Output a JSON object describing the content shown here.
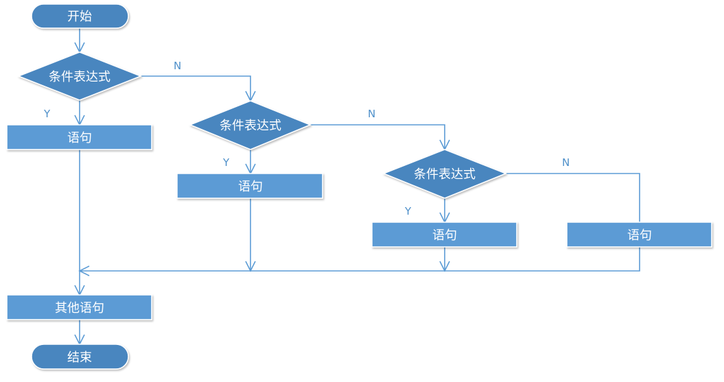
{
  "colors": {
    "node_fill": "#5b9bd5",
    "node_fill_dark": "#4a86bf",
    "node_stroke": "#ffffff",
    "connector": "#5b9bd5",
    "text": "#ffffff",
    "label": "#4d8fc9"
  },
  "nodes": {
    "start": "开始",
    "cond1": "条件表达式",
    "cond2": "条件表达式",
    "cond3": "条件表达式",
    "stmt1": "语句",
    "stmt2": "语句",
    "stmt3": "语句",
    "stmt4": "语句",
    "other": "其他语句",
    "end": "结束"
  },
  "labels": {
    "yes": "Y",
    "no": "N"
  }
}
